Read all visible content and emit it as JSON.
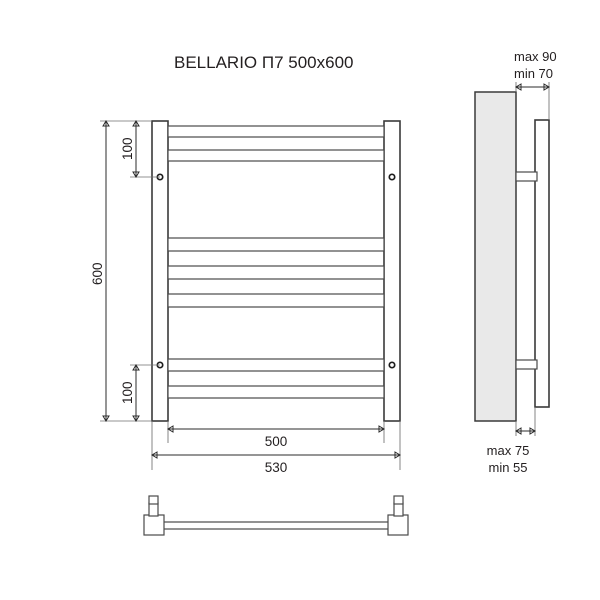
{
  "document": {
    "title": "BELLARIO П7 500x600",
    "drawing_type": "technical-drawing",
    "product": "BELLARIO П7",
    "nominal_size": "500x600",
    "line_color": "#3a3a3a",
    "fill_color": "#ffffff",
    "slab_color": "#e9e9e9",
    "text_color": "#231f20"
  },
  "front_view": {
    "name": "front-view",
    "dimensions": {
      "height_total": "600",
      "height_total_unit_label": "600",
      "top_offset": "100",
      "bottom_offset": "100",
      "inner_width": "500",
      "outer_width": "530"
    },
    "rails": {
      "count": 2,
      "labels": [
        "left-rail",
        "right-rail"
      ]
    },
    "mounting_holes": {
      "count": 4,
      "note": "two per vertical rail"
    },
    "crossbars": {
      "total": 7,
      "groups": [
        {
          "name": "top-group",
          "count": 2
        },
        {
          "name": "middle-group",
          "count": 3
        },
        {
          "name": "bottom-group",
          "count": 2
        }
      ]
    }
  },
  "side_view": {
    "name": "side-view",
    "top_dimension_max": "max 90",
    "top_dimension_min": "min 70",
    "bottom_dimension_max": "max 75",
    "bottom_dimension_min": "min 55",
    "wall_slab": "wall-slab",
    "brackets": 2
  },
  "bottom_view": {
    "name": "bottom-view",
    "description": "plan view of rail with two mounting brackets",
    "brackets": 2
  }
}
